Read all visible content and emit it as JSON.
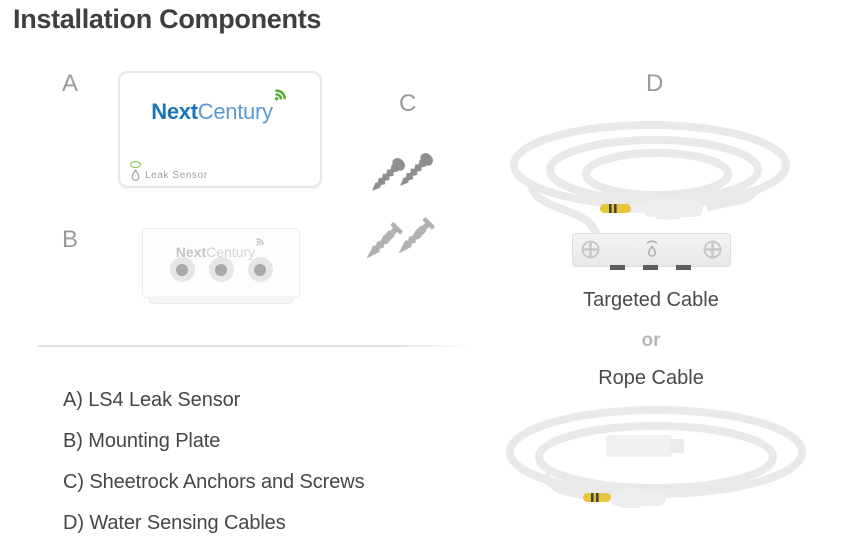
{
  "page": {
    "title": "Installation Components"
  },
  "brand": {
    "next": "Next",
    "century": "Century"
  },
  "device_a": {
    "label": "A",
    "leak_sensor_caption": "Leak Sensor"
  },
  "plate_b": {
    "label": "B"
  },
  "hardware_c": {
    "label": "C"
  },
  "cables_d": {
    "label": "D",
    "targeted_caption": "Targeted Cable",
    "or_text": "or",
    "rope_caption": "Rope Cable"
  },
  "legend": [
    "A) LS4 Leak Sensor",
    "B) Mounting Plate",
    "C) Sheetrock Anchors and Screws",
    "D) Water Sensing Cables"
  ],
  "colors": {
    "title_text": "#3f3f3f",
    "part_letter_gray": "#9a9a9a",
    "logo_next_blue": "#1b75bc",
    "logo_century_blue": "#5b9bd5",
    "logo_signal_green": "#52ae32",
    "led_green": "#7cc142",
    "jack_gold": "#e7c53d",
    "cable_gray": "#e9e9e9",
    "screw_gray": "#8f8f8f",
    "anchor_gray": "#b2b2b2",
    "contact_dark": "#5e5e5e",
    "legend_text": "#464646"
  }
}
